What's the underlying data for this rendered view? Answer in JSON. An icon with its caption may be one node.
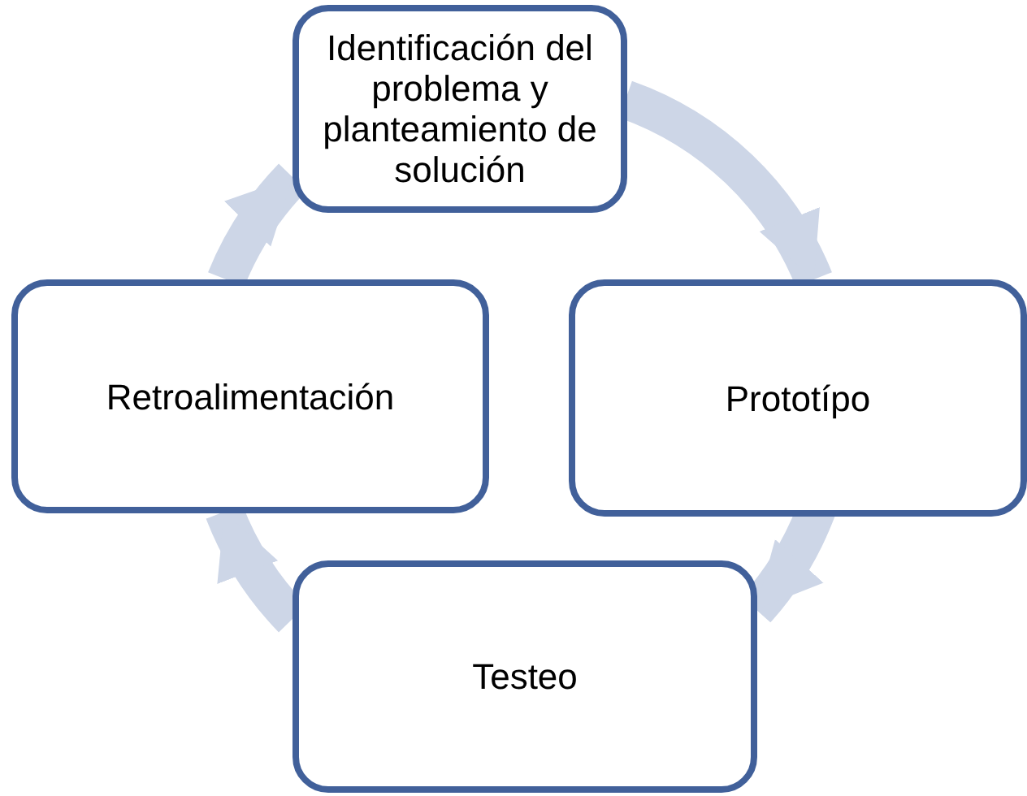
{
  "diagram": {
    "nodes": [
      {
        "text": [
          "Identificación del problema y planteamiento de solución"
        ]
      },
      {
        "text": [
          "Prototípo"
        ]
      },
      {
        "text": [
          "Testeo"
        ]
      },
      {
        "text": [
          "Retroalimentación"
        ]
      }
    ],
    "edges": [
      {
        "from": 0,
        "to": 1,
        "arrow": "to"
      },
      {
        "from": 1,
        "to": 2,
        "arrow": "to"
      },
      {
        "from": 2,
        "to": 3,
        "arrow": "to"
      },
      {
        "from": 3,
        "to": 0,
        "arrow": "to"
      }
    ]
  }
}
